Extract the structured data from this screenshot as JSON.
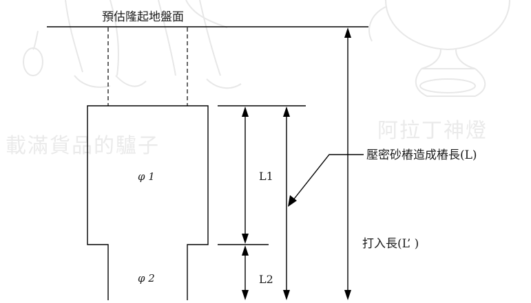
{
  "labels": {
    "ground_surface": "預估隆起地盤面",
    "phi1": "φ 1",
    "phi2": "φ 2",
    "L1": "L1",
    "L2": "L2",
    "compaction_length": "壓密砂樁造成樁長(L)",
    "driving_length": "打入長(L’ )"
  },
  "watermark": {
    "left_text": "載滿貨品的驢子",
    "right_text": "阿拉丁神燈"
  },
  "colors": {
    "line": "#000000",
    "text": "#1a1a1a",
    "watermark": "#d9d9d9"
  }
}
